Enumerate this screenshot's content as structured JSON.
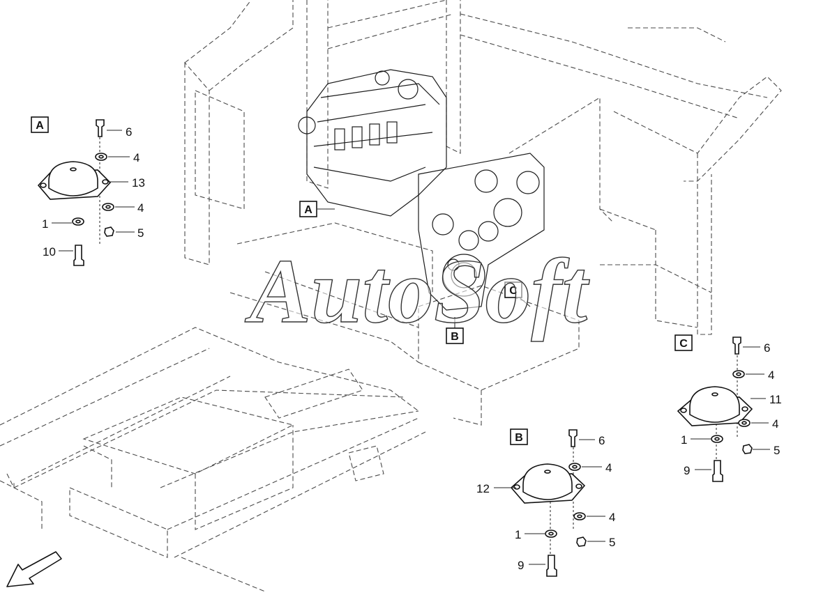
{
  "watermark": "AutoSoft",
  "callouts": {
    "main": {
      "a": "A",
      "b": "B",
      "c": "C"
    },
    "detail": {
      "a": "A",
      "b": "B",
      "c": "C"
    }
  },
  "detail_a": {
    "n6": "6",
    "n4a": "4",
    "n13": "13",
    "n4b": "4",
    "n1": "1",
    "n5": "5",
    "n10": "10"
  },
  "detail_b": {
    "n6": "6",
    "n4a": "4",
    "n12": "12",
    "n4b": "4",
    "n1": "1",
    "n5": "5",
    "n9": "9"
  },
  "detail_c": {
    "n6": "6",
    "n4a": "4",
    "n11": "11",
    "n4b": "4",
    "n1": "1",
    "n5": "5",
    "n9": "9"
  },
  "icons": {
    "direction": "front-direction-arrow-icon"
  }
}
